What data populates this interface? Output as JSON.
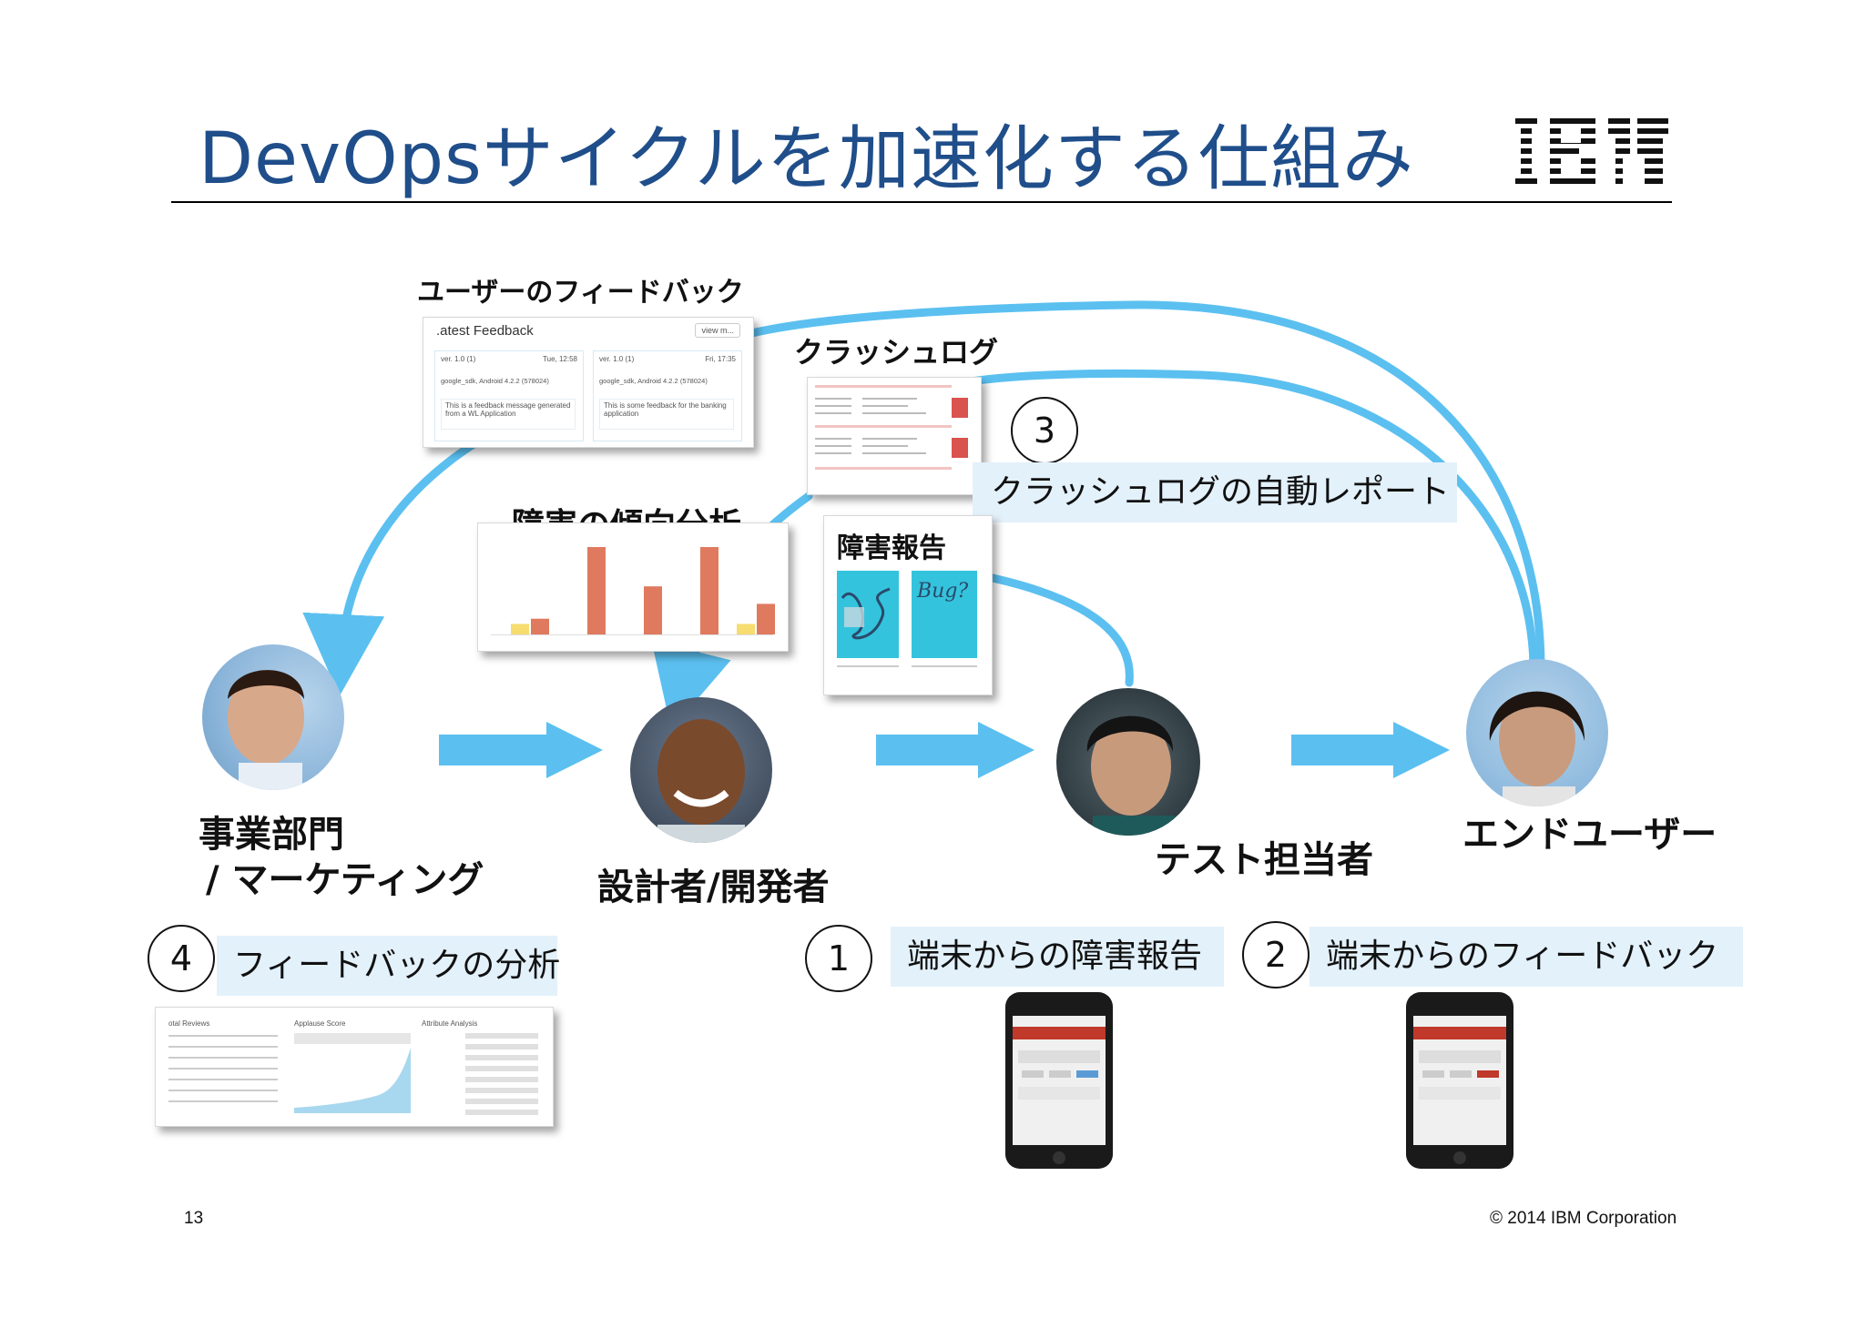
{
  "title": "DevOpsサイクルを加速化する仕組み",
  "logo_text": "IBM",
  "labels": {
    "user_feedback": "ユーザーのフィードバック",
    "crash_log": "クラッシュログ",
    "trend_analysis": "障害の傾向分析",
    "issue_report": "障害報告",
    "crash_auto_report": "クラッシュログの自動レポート"
  },
  "roles": {
    "business_line1": "事業部門",
    "business_line2": "/ マーケティング",
    "developer": "設計者/開発者",
    "tester": "テスト担当者",
    "end_user": "エンドユーザー"
  },
  "steps": [
    {
      "number": "4",
      "text": "フィードバックの分析"
    },
    {
      "number": "1",
      "text": "端末からの障害報告"
    },
    {
      "number": "2",
      "text": "端末からのフィードバック"
    },
    {
      "number": "3",
      "text": "クラッシュログの自動レポート"
    }
  ],
  "feedback_panel": {
    "heading": ".atest Feedback",
    "view_more": "view m...",
    "cards": [
      {
        "version": "ver. 1.0 (1)",
        "date": "Tue, 12:58",
        "device": "google_sdk, Android 4.2.2 (578024)",
        "message": "This is a feedback message generated from a WL Application"
      },
      {
        "version": "ver. 1.0 (1)",
        "date": "Fri, 17:35",
        "device": "google_sdk, Android 4.2.2 (578024)",
        "message": "This is some feedback for the banking application"
      }
    ]
  },
  "bug_panel": {
    "handwriting": "Bug?"
  },
  "colors": {
    "title_blue": "#1f4e8a",
    "arrow_blue": "#5bc0f0",
    "bar_orange": "#e07a5f",
    "bar_yellow": "#f7dc6f",
    "band_bg": "#e3f1fb",
    "crash_red": "#d9534f"
  },
  "chart_data": {
    "type": "bar",
    "bar_heights": [
      0.18,
      1.0,
      0.55,
      1.0,
      0.35
    ],
    "yellow_heights": [
      0.12,
      0.0,
      0.0,
      0.0,
      0.12
    ]
  },
  "footer": {
    "page_number": "13",
    "copyright": "© 2014 IBM Corporation"
  }
}
